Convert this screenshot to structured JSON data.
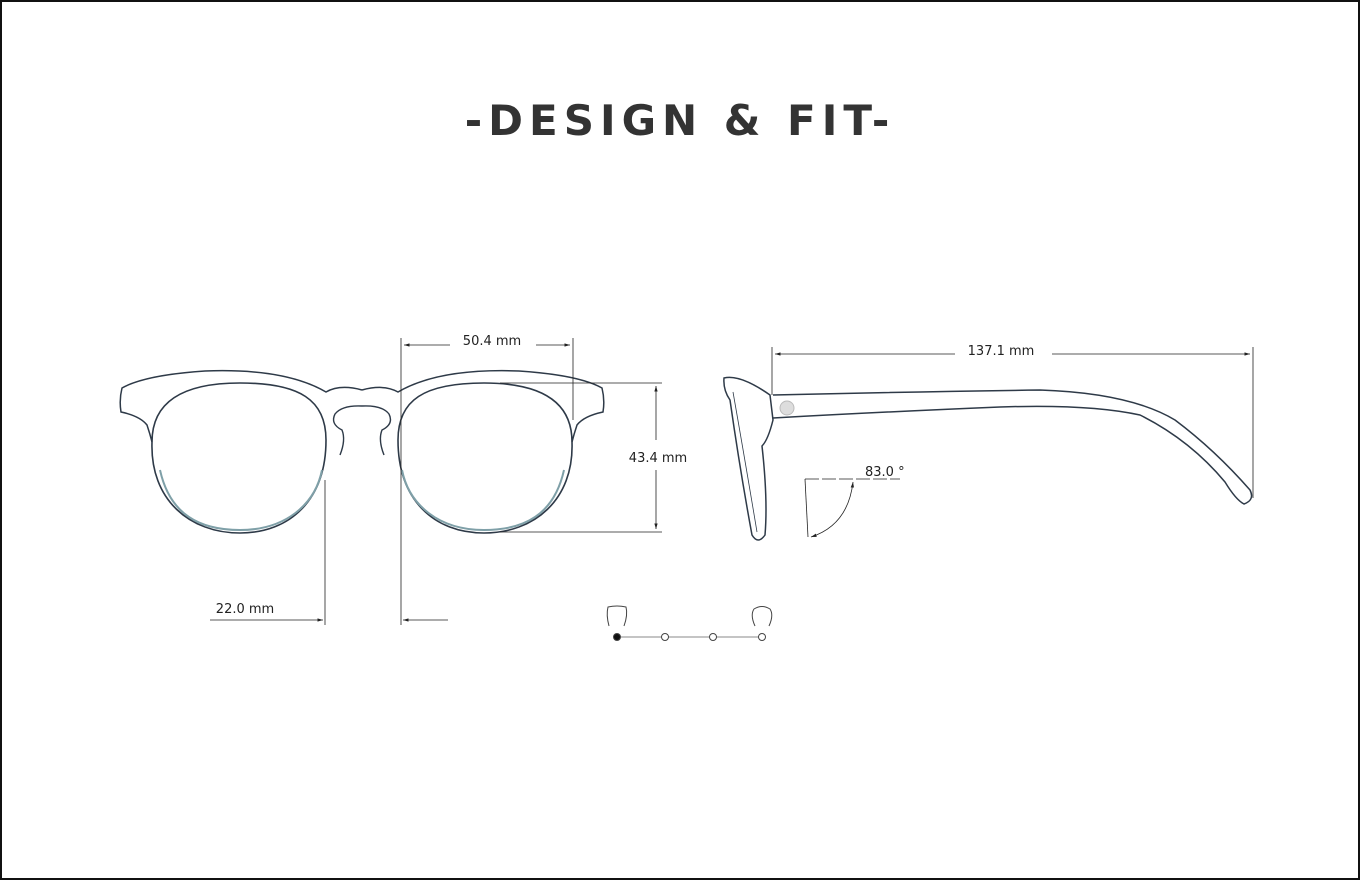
{
  "title": "-DESIGN & FIT-",
  "dimensions": {
    "lens_width": "50.4 mm",
    "lens_height": "43.4 mm",
    "bridge_width": "22.0 mm",
    "temple_length": "137.1 mm",
    "angle": "83.0 °"
  },
  "fit_slider": {
    "positions": 4,
    "selected_index": 0
  },
  "colors": {
    "line": "#2e3a48",
    "lens_edge": "#7fa0a8",
    "text": "#333333"
  }
}
